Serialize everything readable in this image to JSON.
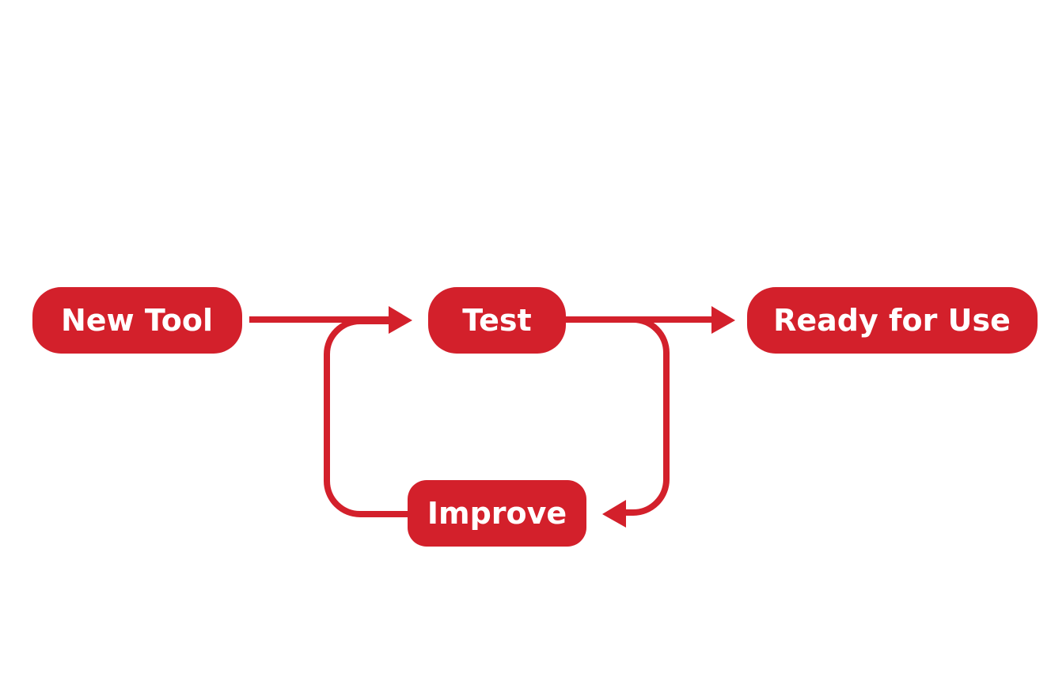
{
  "colors": {
    "accent": "#d3202b",
    "label": "#ffffff",
    "background": "#ffffff"
  },
  "nodes": {
    "new_tool": "New Tool",
    "test": "Test",
    "ready": "Ready for Use",
    "improve": "Improve"
  }
}
